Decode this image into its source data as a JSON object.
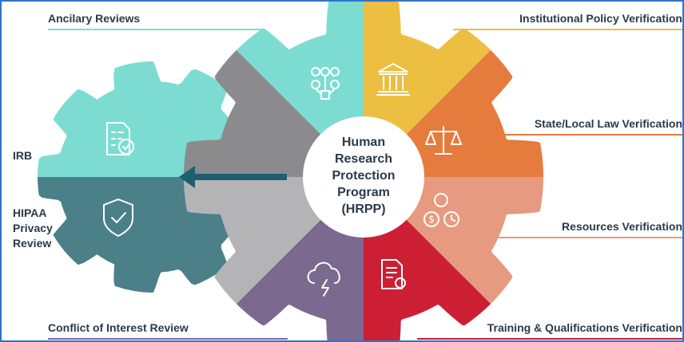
{
  "labels": {
    "ancillary": "Ancilary Reviews",
    "institutional": "Institutional Policy Verification",
    "state_local": "State/Local Law Verification",
    "irb": "IRB",
    "hipaa_line1": "HIPAA",
    "hipaa_line2": "Privacy",
    "hipaa_line3": "Review",
    "resources": "Resources Verification",
    "conflict": "Conflict of Interest Review",
    "training": "Training & Qualifications Verification"
  },
  "center": {
    "line1": "Human",
    "line2": "Research",
    "line3": "Protection",
    "line4": "Program",
    "line5": "(HRPP)"
  },
  "colors": {
    "teal_light": "#7ddcd2",
    "yellow": "#ecbe42",
    "orange": "#e57b3d",
    "salmon": "#e69a80",
    "red": "#cc1f33",
    "purple": "#7b6990",
    "gray_light": "#b4b4b6",
    "gray_dark": "#8b8b8d",
    "teal_dark": "#4b8089",
    "arrow": "#1d5f6e"
  },
  "icons": {
    "ancillary": "org-chart-icon",
    "institutional": "institution-building-icon",
    "state_local": "scales-of-justice-icon",
    "resources": "money-time-resources-icon",
    "training": "certificate-document-icon",
    "conflict": "storm-cloud-icon",
    "irb": "checklist-document-icon",
    "hipaa": "shield-check-icon"
  }
}
